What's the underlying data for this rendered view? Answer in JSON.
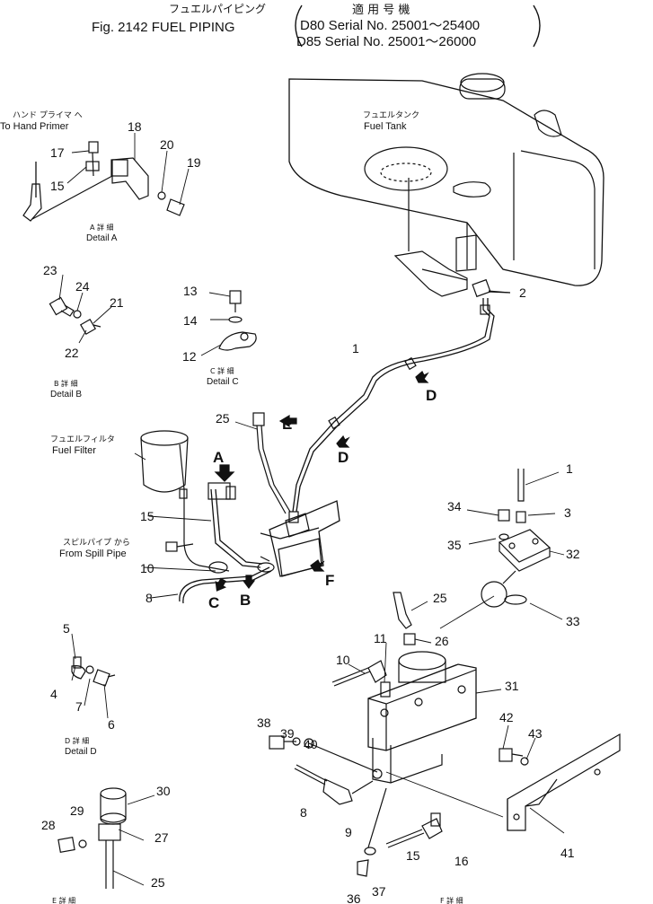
{
  "header": {
    "title_jp": "フュエルパイピング",
    "title_en": "Fig. 2142  FUEL  PIPING",
    "applies_jp": "適 用 号 機",
    "serial_d80": "D80 Serial No. 25001～25400",
    "serial_d85": "D85 Serial No. 25001～26000"
  },
  "labels": {
    "fuel_tank_jp": "フュエルタンク",
    "fuel_tank_en": "Fuel Tank",
    "hand_primer_jp": "ハンド プライマ へ",
    "hand_primer_en": "To Hand Primer",
    "fuel_filter_jp": "フュエルフィルタ",
    "fuel_filter_en": "Fuel Filter",
    "spill_pipe_jp": "スピルパイプ から",
    "spill_pipe_en": "From Spill Pipe"
  },
  "details": {
    "a_jp": "A 詳 細",
    "a_en": "Detail  A",
    "b_jp": "B 詳 細",
    "b_en": "Detail  B",
    "c_jp": "C 詳 細",
    "c_en": "Detail  C",
    "d_jp": "D 詳 細",
    "d_en": "Detail  D",
    "e_jp": "E 詳 細",
    "f_jp": "F 詳 細"
  },
  "view_letters": {
    "a": "A",
    "b": "B",
    "c": "C",
    "d1": "D",
    "d2": "D",
    "e": "E",
    "f": "F"
  },
  "part_numbers": {
    "p1": "1",
    "p1b": "1",
    "p2": "2",
    "p3": "3",
    "p4": "4",
    "p5": "5",
    "p6": "6",
    "p7": "7",
    "p8": "8",
    "p8b": "8",
    "p9": "9",
    "p10": "10",
    "p10b": "10",
    "p11": "11",
    "p12": "12",
    "p13": "13",
    "p14": "14",
    "p15": "15",
    "p15b": "15",
    "p15c": "15",
    "p16": "16",
    "p17": "17",
    "p18": "18",
    "p19": "19",
    "p20": "20",
    "p21": "21",
    "p22": "22",
    "p23": "23",
    "p24": "24",
    "p25": "25",
    "p25b": "25",
    "p25c": "25",
    "p26": "26",
    "p27": "27",
    "p28": "28",
    "p29": "29",
    "p30": "30",
    "p31": "31",
    "p32": "32",
    "p33": "33",
    "p34": "34",
    "p35": "35",
    "p36": "36",
    "p37": "37",
    "p38": "38",
    "p39": "39",
    "p40": "40",
    "p41": "41",
    "p42": "42",
    "p43": "43"
  }
}
